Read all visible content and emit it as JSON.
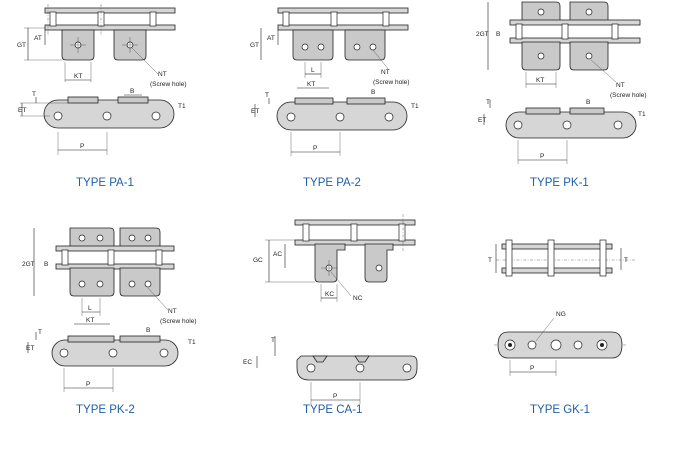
{
  "captions": {
    "pa1": "TYPE PA-1",
    "pa2": "TYPE PA-2",
    "pk1": "TYPE PK-1",
    "pk2": "TYPE PK-2",
    "ca1": "TYPE CA-1",
    "gk1": "TYPE GK-1"
  },
  "labels": {
    "gt": "GT",
    "at": "AT",
    "kt": "KT",
    "nt": "NT",
    "screw_hole": "(Screw hole)",
    "t": "T",
    "t1": "T1",
    "et": "ET",
    "b": "B",
    "p": "P",
    "l": "L",
    "two_gt": "2GT",
    "gc": "GC",
    "ac": "AC",
    "kc": "KC",
    "nc": "NC",
    "ec": "EC",
    "ng": "NG"
  }
}
